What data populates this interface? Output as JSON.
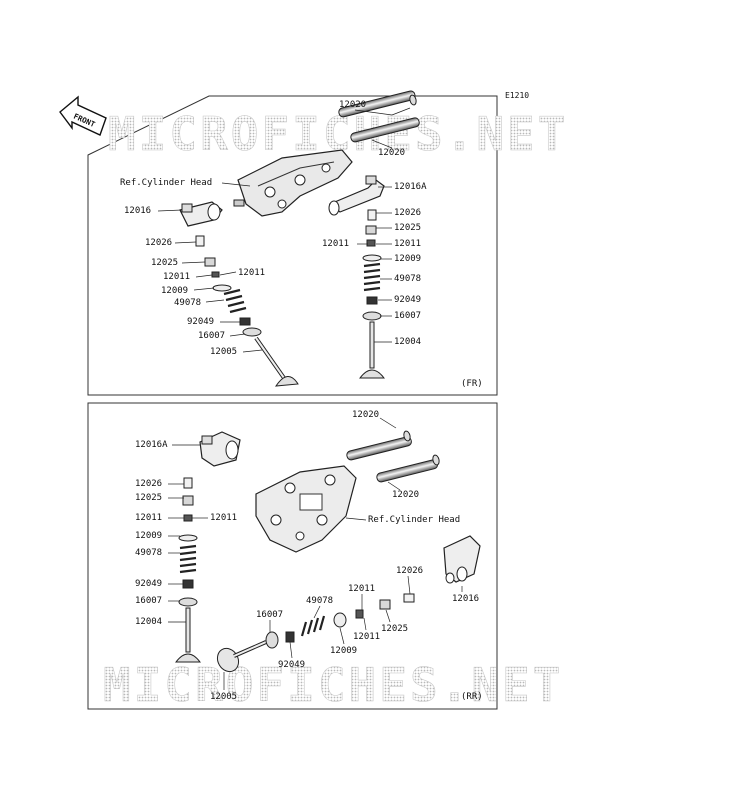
{
  "diagram_code": "E1210",
  "front_label": "FRONT",
  "watermark": "MICROFICHES.NET",
  "panels": [
    {
      "id": "fr",
      "tag": "(FR)",
      "parts": [
        {
          "id": "fr-12020-a",
          "text": "12020"
        },
        {
          "id": "fr-12020-b",
          "text": "12020"
        },
        {
          "id": "fr-ref",
          "text": "Ref.Cylinder Head"
        },
        {
          "id": "fr-12016a",
          "text": "12016A"
        },
        {
          "id": "fr-12016",
          "text": "12016"
        },
        {
          "id": "fr-12026-r",
          "text": "12026"
        },
        {
          "id": "fr-12026-l",
          "text": "12026"
        },
        {
          "id": "fr-12025-r",
          "text": "12025"
        },
        {
          "id": "fr-12011-r1",
          "text": "12011"
        },
        {
          "id": "fr-12011-r2",
          "text": "12011"
        },
        {
          "id": "fr-12025-l",
          "text": "12025"
        },
        {
          "id": "fr-12009-r",
          "text": "12009"
        },
        {
          "id": "fr-12011-l1",
          "text": "12011"
        },
        {
          "id": "fr-12011-l2",
          "text": "12011"
        },
        {
          "id": "fr-49078-r",
          "text": "49078"
        },
        {
          "id": "fr-12009-l",
          "text": "12009"
        },
        {
          "id": "fr-92049-r",
          "text": "92049"
        },
        {
          "id": "fr-49078-l",
          "text": "49078"
        },
        {
          "id": "fr-16007-r",
          "text": "16007"
        },
        {
          "id": "fr-92049-l",
          "text": "92049"
        },
        {
          "id": "fr-16007-l",
          "text": "16007"
        },
        {
          "id": "fr-12004",
          "text": "12004"
        },
        {
          "id": "fr-12005",
          "text": "12005"
        }
      ]
    },
    {
      "id": "rr",
      "tag": "(RR)",
      "parts": [
        {
          "id": "rr-12020-a",
          "text": "12020"
        },
        {
          "id": "rr-12016a",
          "text": "12016A"
        },
        {
          "id": "rr-12026-l",
          "text": "12026"
        },
        {
          "id": "rr-12020-b",
          "text": "12020"
        },
        {
          "id": "rr-12025-l",
          "text": "12025"
        },
        {
          "id": "rr-ref",
          "text": "Ref.Cylinder Head"
        },
        {
          "id": "rr-12011-l1",
          "text": "12011"
        },
        {
          "id": "rr-12011-l2",
          "text": "12011"
        },
        {
          "id": "rr-12009-l",
          "text": "12009"
        },
        {
          "id": "rr-49078-l",
          "text": "49078"
        },
        {
          "id": "rr-12026-r",
          "text": "12026"
        },
        {
          "id": "rr-92049-l",
          "text": "92049"
        },
        {
          "id": "rr-12011-t",
          "text": "12011"
        },
        {
          "id": "rr-16007-l",
          "text": "16007"
        },
        {
          "id": "rr-12016",
          "text": "12016"
        },
        {
          "id": "rr-49078-b",
          "text": "49078"
        },
        {
          "id": "rr-16007-b",
          "text": "16007"
        },
        {
          "id": "rr-12004",
          "text": "12004"
        },
        {
          "id": "rr-12011-b",
          "text": "12011"
        },
        {
          "id": "rr-12025-b",
          "text": "12025"
        },
        {
          "id": "rr-12009-b",
          "text": "12009"
        },
        {
          "id": "rr-92049-b",
          "text": "92049"
        },
        {
          "id": "rr-12005",
          "text": "12005"
        }
      ]
    }
  ]
}
